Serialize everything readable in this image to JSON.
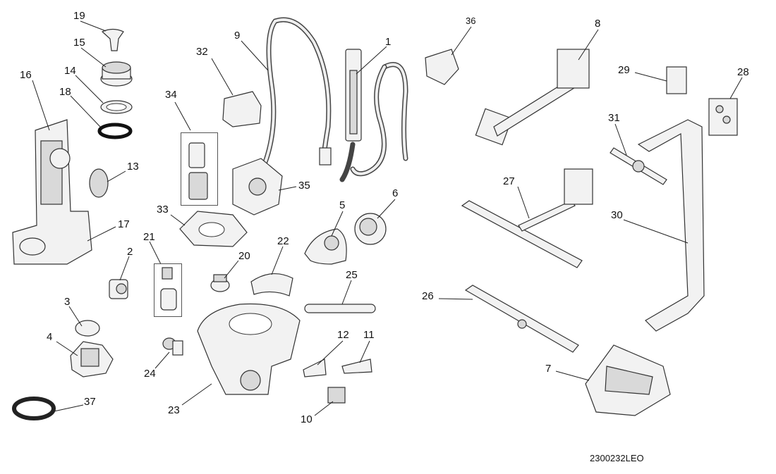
{
  "diagram_code": "2300232LEO",
  "callouts": [
    {
      "id": "19",
      "label": "19"
    },
    {
      "id": "15",
      "label": "15"
    },
    {
      "id": "14",
      "label": "14"
    },
    {
      "id": "18",
      "label": "18"
    },
    {
      "id": "16",
      "label": "16"
    },
    {
      "id": "13",
      "label": "13"
    },
    {
      "id": "17",
      "label": "17"
    },
    {
      "id": "2",
      "label": "2"
    },
    {
      "id": "3",
      "label": "3"
    },
    {
      "id": "4",
      "label": "4"
    },
    {
      "id": "37",
      "label": "37"
    },
    {
      "id": "9",
      "label": "9"
    },
    {
      "id": "32",
      "label": "32"
    },
    {
      "id": "34",
      "label": "34"
    },
    {
      "id": "1",
      "label": "1"
    },
    {
      "id": "35",
      "label": "35"
    },
    {
      "id": "33",
      "label": "33"
    },
    {
      "id": "21",
      "label": "21"
    },
    {
      "id": "20",
      "label": "20"
    },
    {
      "id": "22",
      "label": "22"
    },
    {
      "id": "5",
      "label": "5"
    },
    {
      "id": "6",
      "label": "6"
    },
    {
      "id": "25",
      "label": "25"
    },
    {
      "id": "24",
      "label": "24"
    },
    {
      "id": "23",
      "label": "23"
    },
    {
      "id": "12",
      "label": "12"
    },
    {
      "id": "11",
      "label": "11"
    },
    {
      "id": "10",
      "label": "10"
    },
    {
      "id": "36",
      "label": "36"
    },
    {
      "id": "8",
      "label": "8"
    },
    {
      "id": "29",
      "label": "29"
    },
    {
      "id": "28",
      "label": "28"
    },
    {
      "id": "31",
      "label": "31"
    },
    {
      "id": "27",
      "label": "27"
    },
    {
      "id": "30",
      "label": "30"
    },
    {
      "id": "26",
      "label": "26"
    },
    {
      "id": "7",
      "label": "7"
    }
  ]
}
